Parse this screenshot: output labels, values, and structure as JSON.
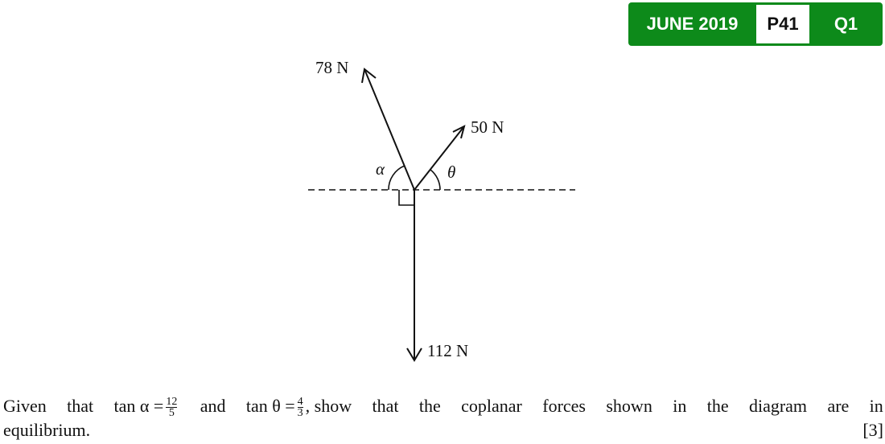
{
  "badge": {
    "session": "JUNE 2019",
    "paper": "P41",
    "question": "Q1",
    "color": "#0d8a1a"
  },
  "diagram": {
    "force_1": "78 N",
    "force_2": "50 N",
    "force_3": "112 N",
    "angle_left": "α",
    "angle_right": "θ"
  },
  "question": {
    "w": [
      "Given",
      "that",
      "tan α =",
      "and",
      "tan θ =",
      ", show",
      "that",
      "the",
      "coplanar",
      "forces",
      "shown",
      "in",
      "the",
      "diagram",
      "are",
      "in"
    ],
    "frac_alpha": {
      "num": "12",
      "den": "5"
    },
    "frac_theta": {
      "num": "4",
      "den": "3"
    },
    "line2": "equilibrium.",
    "marks": "[3]"
  }
}
